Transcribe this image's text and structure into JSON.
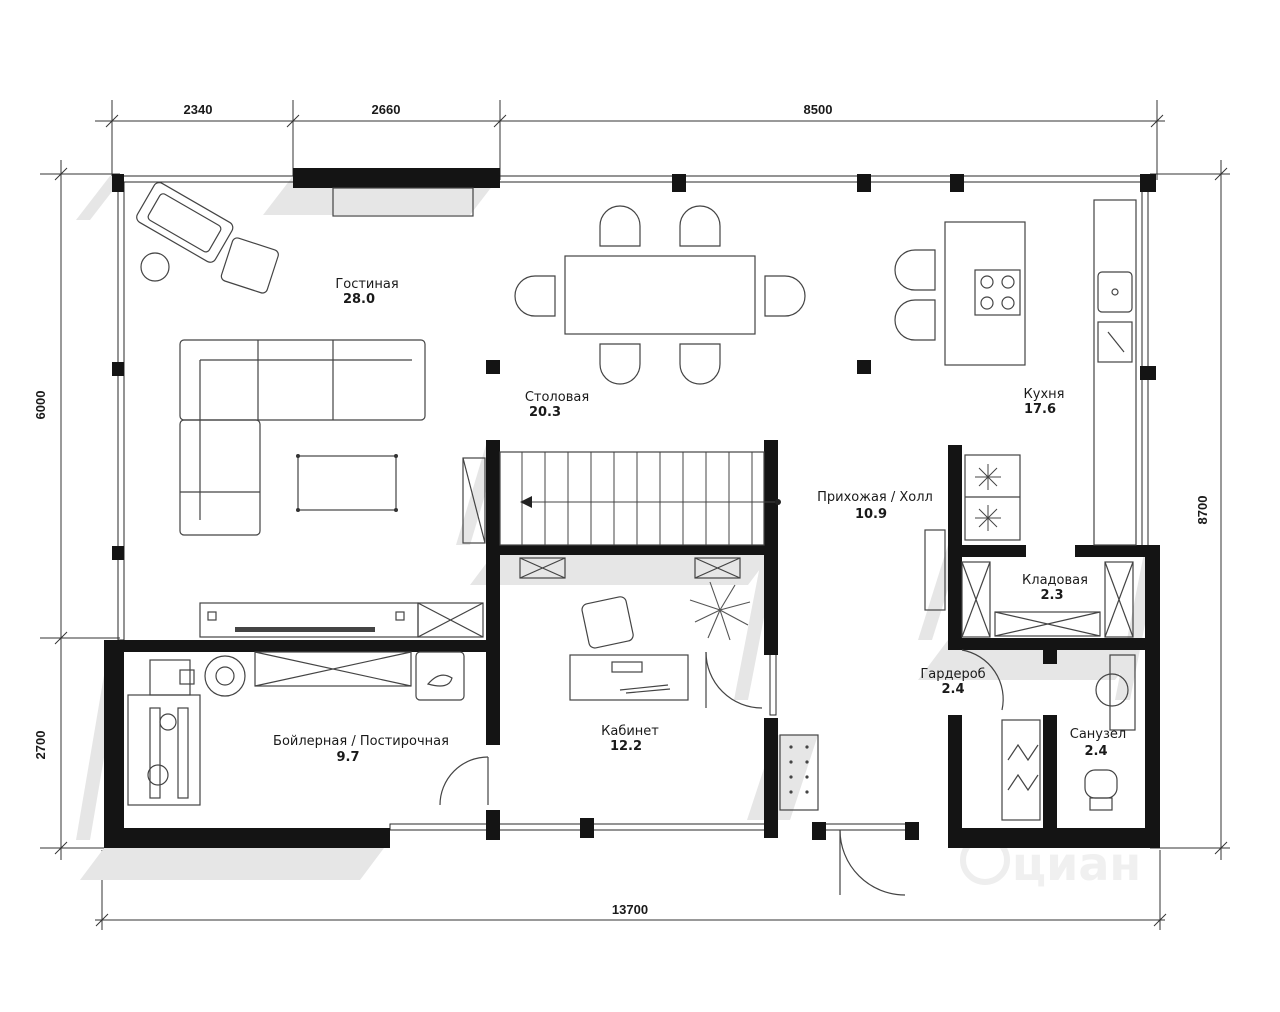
{
  "dimensions": {
    "top": [
      "2340",
      "2660",
      "8500"
    ],
    "bottom": "13700",
    "left": [
      "6000",
      "2700"
    ],
    "right": "8700"
  },
  "rooms": [
    {
      "name": "Гостиная",
      "area": "28.0"
    },
    {
      "name": "Столовая",
      "area": "20.3"
    },
    {
      "name": "Кухня",
      "area": "17.6"
    },
    {
      "name": "Прихожая / Холл",
      "area": "10.9"
    },
    {
      "name": "Кладовая",
      "area": "2.3"
    },
    {
      "name": "Гардероб",
      "area": "2.4"
    },
    {
      "name": "Санузел",
      "area": "2.4"
    },
    {
      "name": "Кабинет",
      "area": "12.2"
    },
    {
      "name": "Бойлерная / Постирочная",
      "area": "9.7"
    }
  ],
  "watermark": "циан"
}
